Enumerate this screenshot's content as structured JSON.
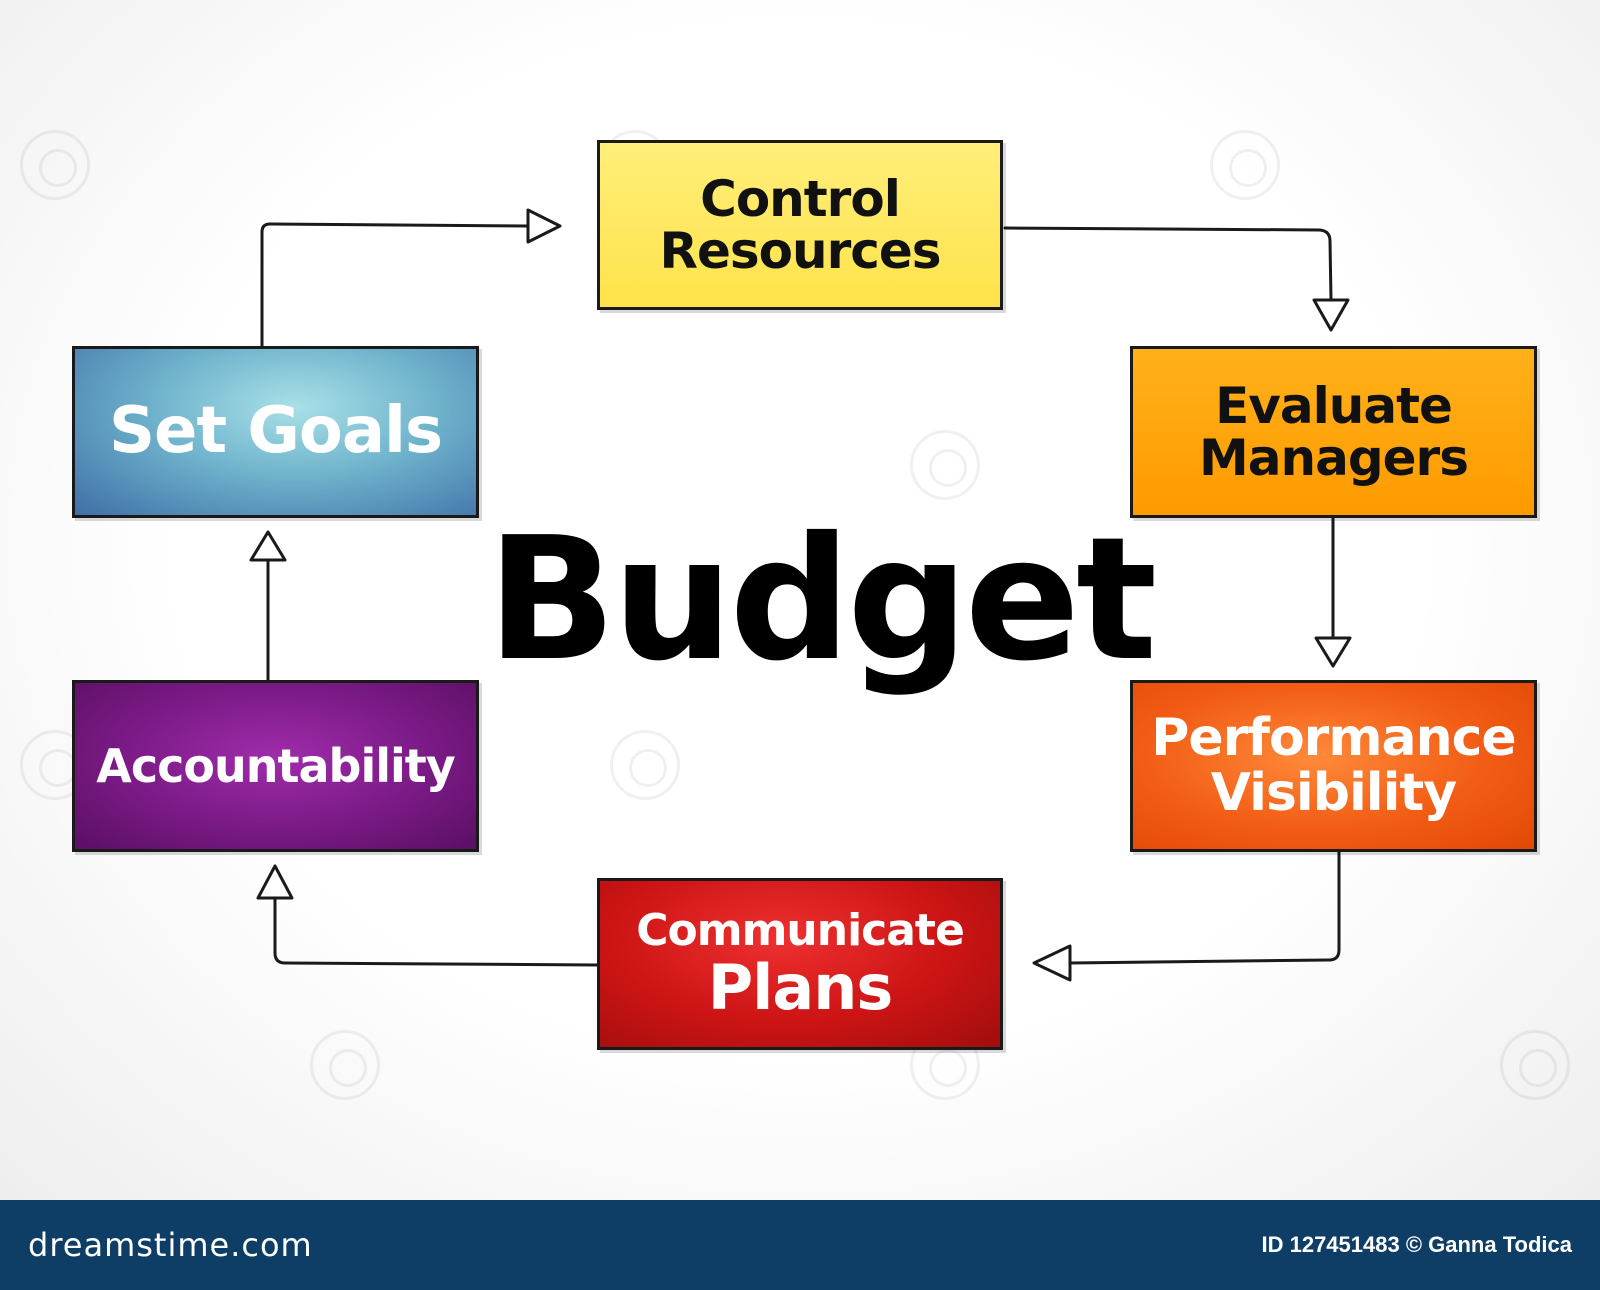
{
  "diagram": {
    "title": "Budget",
    "nodes": [
      {
        "id": "control",
        "lines": [
          "Control",
          "Resources"
        ],
        "color": "#ffe34a"
      },
      {
        "id": "evaluate",
        "lines": [
          "Evaluate",
          "Managers"
        ],
        "color": "#ff9a00"
      },
      {
        "id": "performance",
        "lines": [
          "Performance",
          "Visibility"
        ],
        "color": "#f25c14"
      },
      {
        "id": "communicate",
        "lines": [
          "Communicate",
          "Plans"
        ],
        "color": "#cc1414"
      },
      {
        "id": "accountability",
        "lines": [
          "Accountability"
        ],
        "color": "#7a1a85"
      },
      {
        "id": "goals",
        "lines": [
          "Set Goals"
        ],
        "color": "#4f8cb8"
      }
    ],
    "flow": [
      "control",
      "evaluate",
      "performance",
      "communicate",
      "accountability",
      "goals",
      "control"
    ]
  },
  "footer": {
    "brand": "dreamstime.com",
    "credit": "ID 127451483 © Ganna Todica",
    "background": "#0e3e66"
  }
}
